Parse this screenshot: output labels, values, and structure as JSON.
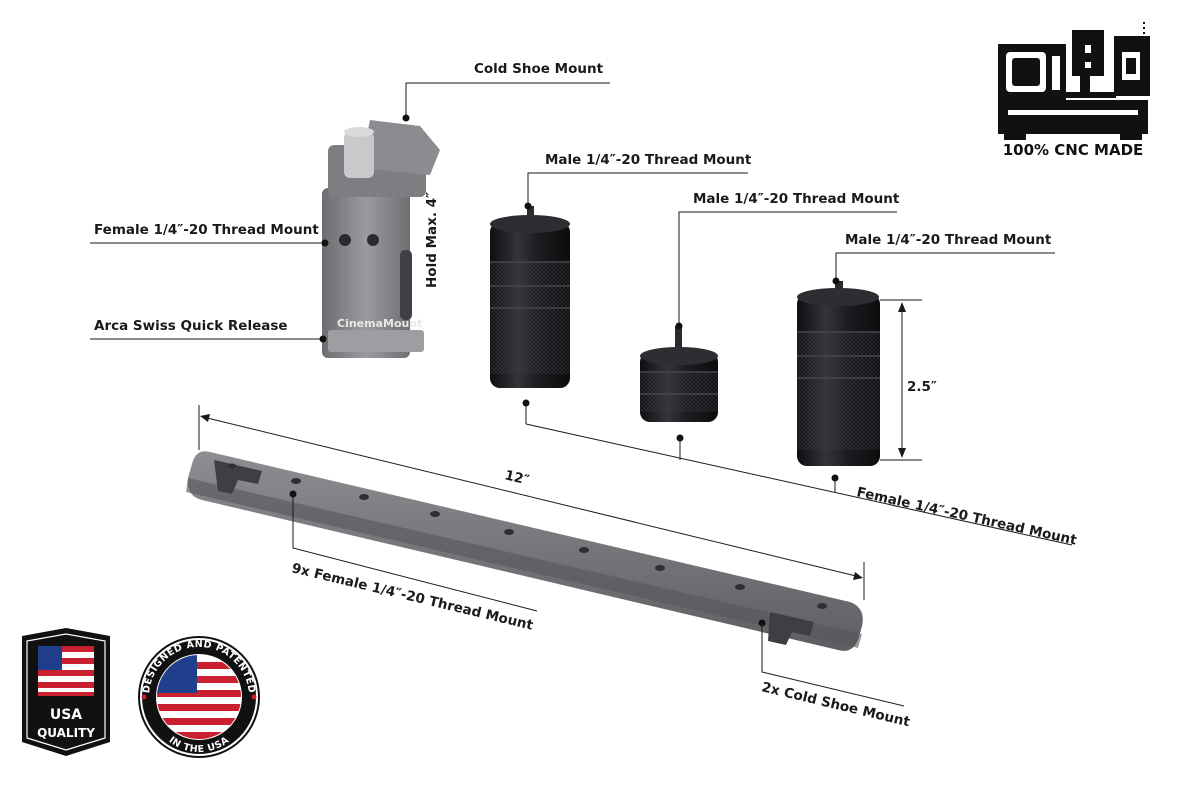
{
  "labels": {
    "cold_shoe_mount": "Cold Shoe Mount",
    "female_thread_mount": "Female 1/4″-20 Thread Mount",
    "arca_swiss": "Arca Swiss Quick Release",
    "hold_max": "Hold Max. 4″",
    "male_thread_mount_1": "Male 1/4″-20 Thread Mount",
    "male_thread_mount_2": "Male 1/4″-20 Thread Mount",
    "male_thread_mount_3": "Male 1/4″-20 Thread Mount",
    "height_dim": "2.5″",
    "female_thread_mount_bottom": "Female 1/4″-20 Thread Mount",
    "length_dim": "12″",
    "nine_female_mounts": "9x Female 1/4″-20 Thread Mount",
    "two_cold_shoe": "2x Cold Shoe Mount"
  },
  "clamp_brand": "CinemaMount",
  "cnc_badge": {
    "label": "100% CNC MADE",
    "icon": "cnc-machine-icon"
  },
  "usa_quality_badge": {
    "line1": "USA",
    "line2": "QUALITY",
    "icon": "us-flag-icon"
  },
  "designed_badge": {
    "top_text": "DESIGNED AND PATENTED",
    "bottom_text": "IN THE USA",
    "icon": "us-flag-seal-icon"
  },
  "colors": {
    "metal_gray": "#8a8b8d",
    "black_anodized": "#1b1c1e",
    "flag_red": "#c8202f",
    "flag_blue": "#1f3f8c"
  }
}
